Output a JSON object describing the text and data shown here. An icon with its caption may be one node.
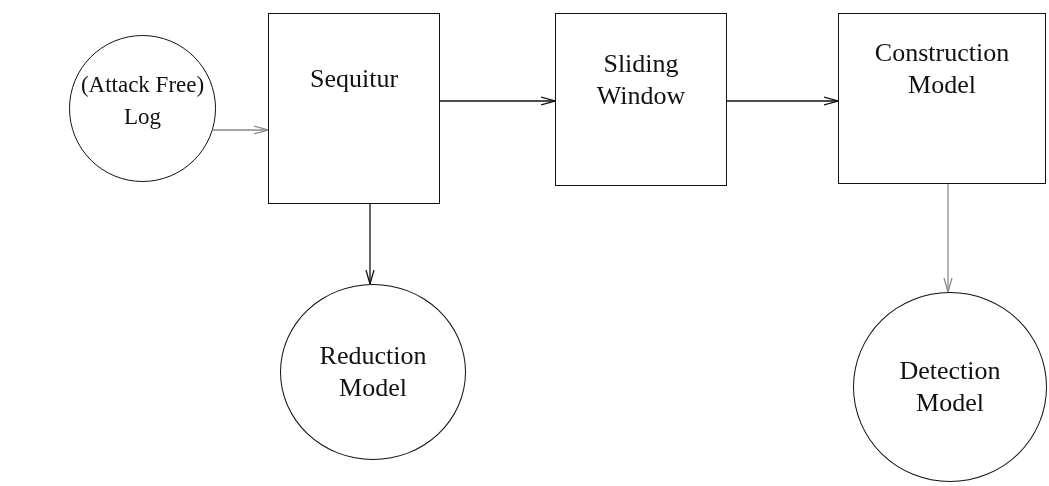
{
  "diagram": {
    "nodes": [
      {
        "text": [
          "(Attack Free) Log"
        ]
      },
      {
        "text": [
          "Sequitur"
        ]
      },
      {
        "text": [
          "Sliding Window"
        ]
      },
      {
        "text": [
          "Construction Model"
        ]
      },
      {
        "text": [
          "Reduction Model"
        ]
      },
      {
        "text": [
          "Detection Model"
        ]
      }
    ],
    "edges": [
      {
        "from": 0,
        "to": 1,
        "arrow": "to",
        "color": "#8a8a8a"
      },
      {
        "from": 1,
        "to": 2,
        "arrow": "to"
      },
      {
        "from": 2,
        "to": 3,
        "arrow": "to"
      },
      {
        "from": 1,
        "to": 4,
        "arrow": "to"
      },
      {
        "from": 3,
        "to": 5,
        "arrow": "to",
        "color": "#8a8a8a"
      }
    ]
  }
}
